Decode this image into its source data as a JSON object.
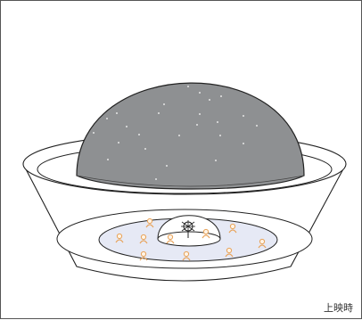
{
  "caption": "上映時",
  "colors": {
    "frame": "#555555",
    "dome": "#8e9092",
    "dome_stroke": "#222222",
    "outline": "#222222",
    "stars": "#ffffff",
    "seating_floor": "#e6e9f5",
    "seat_icon": "#e8a35a",
    "background": "#ffffff"
  },
  "scene": {
    "dome": "planetarium-dome",
    "bowl": "theater-bowl",
    "seating": "audience-seating",
    "projector": "star-projector"
  },
  "counts": {
    "stars": 27,
    "seats": 10
  }
}
